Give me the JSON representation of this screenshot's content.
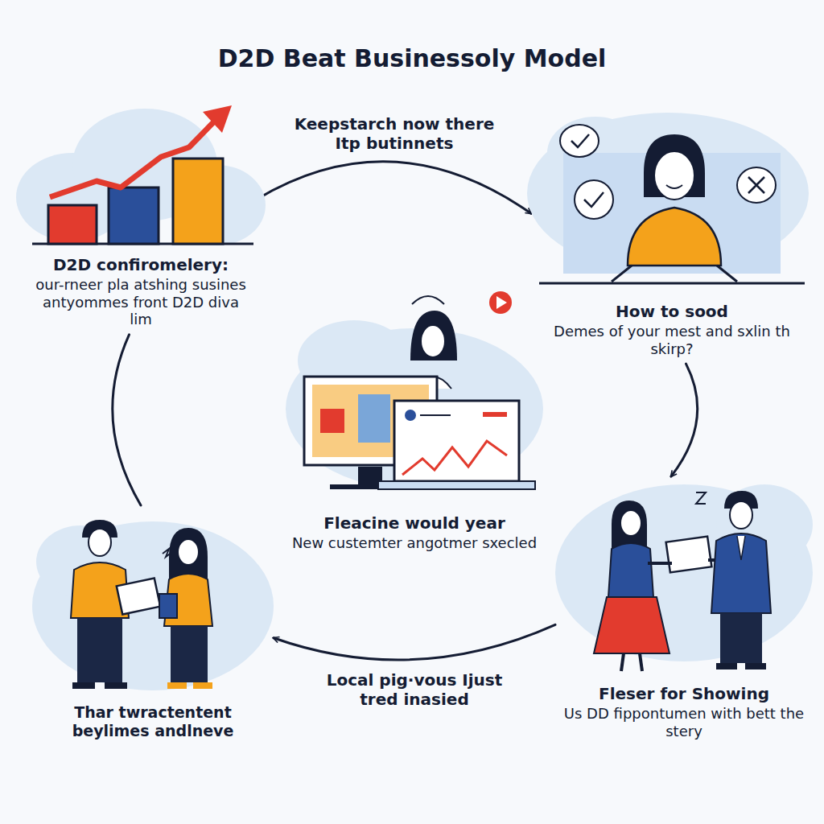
{
  "diagram": {
    "title": "D2D Beat Businessoly Model",
    "nodes": [
      {
        "text": [
          "D2D confiromelery:",
          "our-rneer pla atshing susines antyommes front D2D diva lim"
        ]
      },
      {
        "text": [
          "How to sood",
          "Demes of your mest and sxlin th skirp?"
        ]
      },
      {
        "text": [
          "Fleacine would year",
          "New custemter angotmer sxecled"
        ]
      },
      {
        "text": [
          "Fleser for Showing",
          "Us DD fippontumen with bett the stery"
        ]
      },
      {
        "text": [
          "Thar twractentent beylimes andlneve"
        ]
      }
    ],
    "edges": [
      {
        "from": 0,
        "to": 1,
        "arrow": "to",
        "label": "Keepstarch now there Itp butinnets"
      },
      {
        "from": 1,
        "to": 3,
        "arrow": "to"
      },
      {
        "from": 3,
        "to": 4,
        "arrow": "to",
        "label": "Local pig·vous Ijust tred inasied"
      },
      {
        "from": 4,
        "to": 0,
        "arrow": "none"
      }
    ]
  }
}
